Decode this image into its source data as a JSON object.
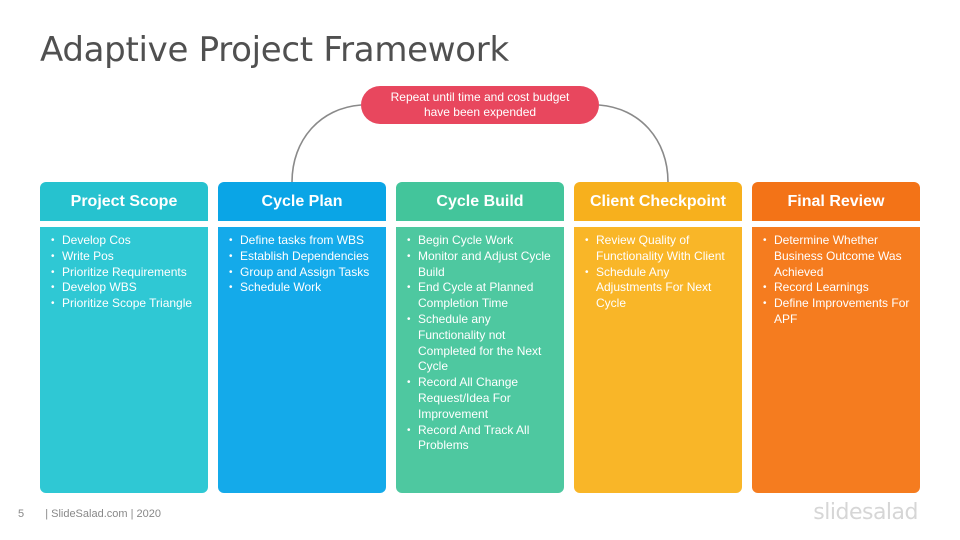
{
  "title": "Adaptive Project Framework",
  "loop": {
    "line1": "Repeat until time and cost budget",
    "line2": "have been expended"
  },
  "columns": [
    {
      "title": "Project Scope",
      "items": [
        "Develop Cos",
        "Write Pos",
        "Prioritize Requirements",
        "Develop WBS",
        "Prioritize Scope Triangle"
      ]
    },
    {
      "title": "Cycle Plan",
      "items": [
        "Define tasks from WBS",
        "Establish Dependencies",
        "Group and Assign Tasks",
        "Schedule Work"
      ]
    },
    {
      "title": "Cycle Build",
      "items": [
        "Begin Cycle Work",
        "Monitor and Adjust Cycle Build",
        "End Cycle at Planned Completion Time",
        "Schedule any Functionality not Completed for the Next Cycle",
        "Record All Change Request/Idea For Improvement",
        "Record And Track All Problems"
      ]
    },
    {
      "title": "Client Checkpoint",
      "items": [
        "Review Quality of Functionality With Client",
        "Schedule Any Adjustments For Next Cycle"
      ]
    },
    {
      "title": "Final Review",
      "items": [
        "Determine Whether Business Outcome Was Achieved",
        "Record Learnings",
        "Define Improvements For APF"
      ]
    }
  ],
  "footer": {
    "page_number": "5",
    "credit": "| SlideSalad.com | 2020",
    "brand": "slidesalad"
  },
  "colors": {
    "loop_pill": "#e8475e",
    "project_scope": "#26c2cf",
    "cycle_plan": "#0aa5e6",
    "cycle_build": "#43c59b",
    "client_checkpoint": "#f7b01d",
    "final_review": "#f37317"
  }
}
